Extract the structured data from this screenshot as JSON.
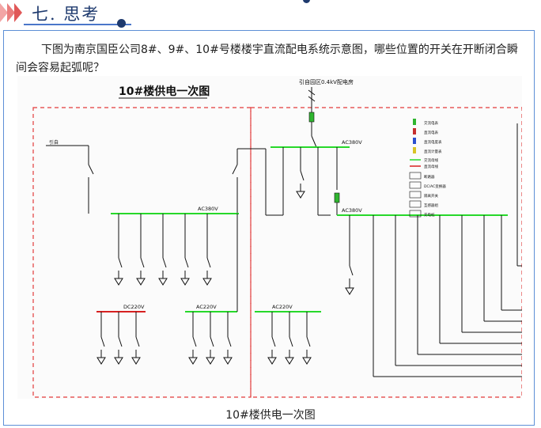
{
  "section": {
    "number": "七.",
    "title": "思考"
  },
  "question": {
    "text": "下图为南京国臣公司8#、9#、10#号楼楼宇直流配电系统示意图，哪些位置的开关在开断闭合瞬间会容易起弧呢？"
  },
  "diagram": {
    "title": "10#楼供电一次图",
    "source_label": "引自园区0.4kV配电房",
    "left_source_label": "引自",
    "bus_labels": {
      "ac380_top": "AC380V",
      "ac380_left": "AC380V",
      "ac380_right": "AC380V",
      "dc220": "DC220V",
      "ac220_left": "AC220V",
      "ac220_mid": "AC220V"
    },
    "colors": {
      "bus_green": "#27d82a",
      "bus_red": "#d62020",
      "dashed_red": "#e23b3b",
      "breaker_green": "#2fb52f"
    },
    "legend": [
      "交流电表",
      "直流电表",
      "直流电度表",
      "直流计量表",
      "交流母线",
      "直流母线",
      "断路器",
      "DC/AC变换器",
      "隔离开关",
      "互感器组",
      "充电桩"
    ]
  },
  "caption": "10#楼供电一次图"
}
